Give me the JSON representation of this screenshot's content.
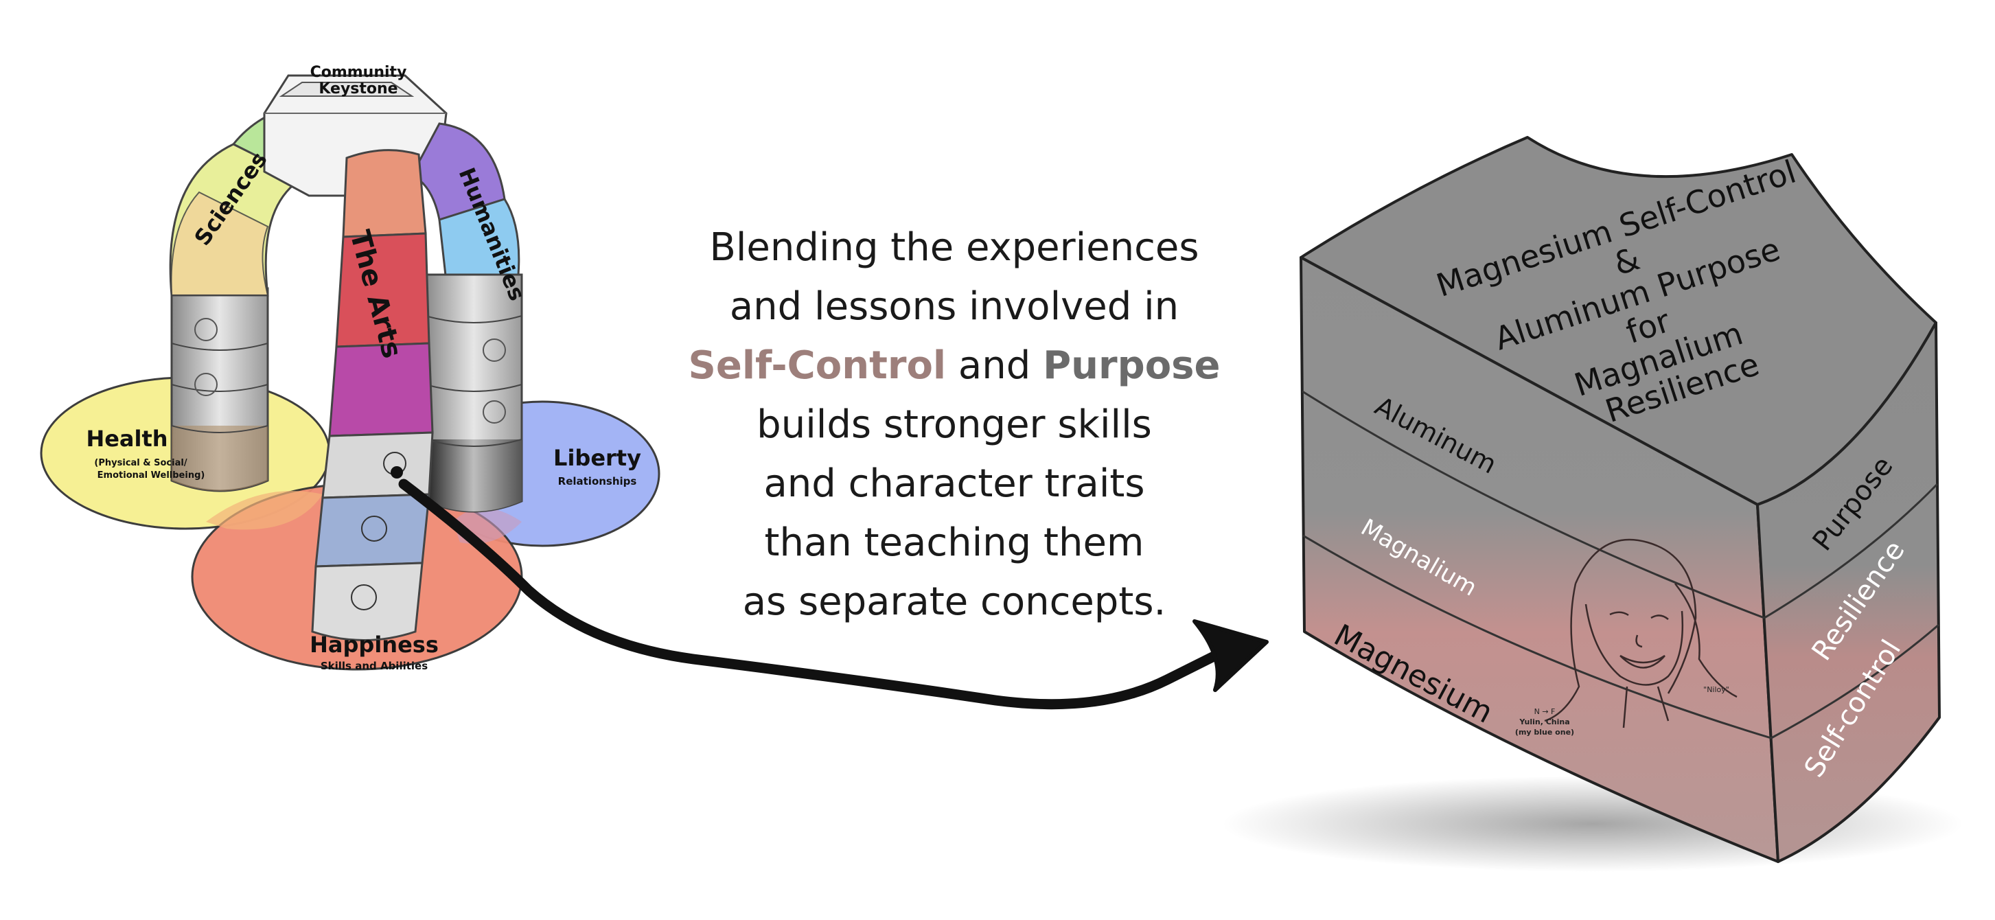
{
  "arch": {
    "keystone": [
      "Community",
      "Keystone"
    ],
    "segments": {
      "sciences": "Sciences",
      "humanities": "Humanities",
      "arts": "The Arts"
    },
    "regions": {
      "health_title": "Health",
      "health_sub1": "(Physical & Social/",
      "health_sub2": "Emotional Wellbeing)",
      "liberty_title": "Liberty",
      "liberty_sub": "Relationships",
      "happiness_title": "Happiness",
      "happiness_sub": "Skills and Abilities"
    },
    "colors": {
      "health": "#f6f08f",
      "liberty": "#9fb0f5",
      "happiness": "#f08a72",
      "sciences_light": "#e8f59a",
      "sciences_green": "#b9e69a",
      "humanities_purple": "#9a7bd8",
      "humanities_blue": "#8ecbf0",
      "arts_salmon": "#e8957a",
      "arts_red": "#d9505a",
      "arts_magenta": "#b84aa8"
    }
  },
  "center": {
    "line1": "Blending the experiences",
    "line2": "and lessons involved in",
    "self_control": "Self-Control",
    "and": " and ",
    "purpose": "Purpose",
    "line4": "builds stronger skills",
    "line5": "and character traits",
    "line6": "than teaching them",
    "line7": "as separate concepts."
  },
  "block": {
    "top_title": [
      "Magnesium Self-Control",
      "&",
      "Aluminum Purpose",
      "for",
      "Magnalium",
      "Resilience"
    ],
    "front_labels": {
      "aluminum": "Aluminum",
      "magnalium": "Magnalium",
      "magnesium": "Magnesium"
    },
    "side_labels": {
      "purpose": "Purpose",
      "resilience": "Resilience",
      "self_control": "Self-control"
    },
    "portrait_notes": {
      "nickname": "\"Niloy\"",
      "line1": "N → F",
      "line2": "Yulin, China",
      "line3": "(my blue one)"
    },
    "colors": {
      "gray": "#8f8f8f",
      "rose": "#c09390",
      "top": "#8d8d8d"
    }
  }
}
